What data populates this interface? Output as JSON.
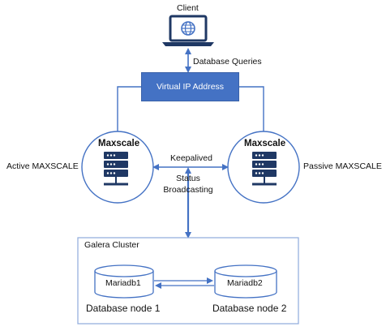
{
  "client": {
    "label": "Client",
    "icon": "laptop-globe-icon"
  },
  "queries_label": "Database Queries",
  "vip_label": "Virtual IP Address",
  "left_node": {
    "title": "Maxscale",
    "side_label": "Active MAXSCALE",
    "icon": "server-rack-icon"
  },
  "right_node": {
    "title": "Maxscale",
    "side_label": "Passive MAXSCALE",
    "icon": "server-rack-icon"
  },
  "link_label": "Keepalived",
  "status_label": {
    "line1": "Status",
    "line2": "Broadcasting"
  },
  "cluster": {
    "title": "Galera Cluster",
    "db1": {
      "name": "Mariadb1",
      "caption": "Database node 1"
    },
    "db2": {
      "name": "Mariadb2",
      "caption": "Database node 2"
    }
  },
  "colors": {
    "accent": "#4472c4",
    "line": "#4472c4",
    "border": "#8eaadb",
    "icon": "#1f3864"
  }
}
